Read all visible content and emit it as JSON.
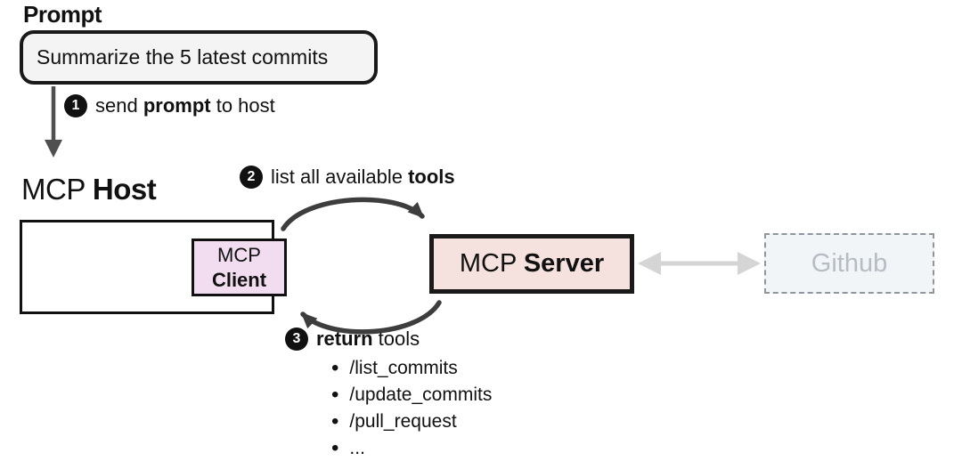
{
  "prompt": {
    "title": "Prompt",
    "bubble_text": "Summarize the 5 latest commits"
  },
  "steps": [
    {
      "num": "1",
      "pre": "send ",
      "bold": "prompt",
      "post": " to host"
    },
    {
      "num": "2",
      "pre": "list all available ",
      "bold": "tools",
      "post": ""
    },
    {
      "num": "3",
      "pre": "",
      "bold": "return",
      "post": " tools"
    }
  ],
  "host": {
    "label_regular": "MCP ",
    "label_bold": "Host"
  },
  "client": {
    "line1": "MCP",
    "line2": "Client"
  },
  "server": {
    "label_regular": "MCP ",
    "label_bold": "Server"
  },
  "github": {
    "label": "Github"
  },
  "tools": {
    "bullet": "•",
    "items": [
      "/list_commits",
      "/update_commits",
      "/pull_request",
      "..."
    ]
  },
  "colors": {
    "bubble_bg": "#f4f4f4",
    "client_bg": "#f1ddef",
    "server_bg": "#f5e1dd",
    "github_bg": "#f2f5f8",
    "github_text": "#b6bcc3",
    "dark_arrow": "#3d3d3d",
    "gray_arrow": "#d5d5d5"
  }
}
